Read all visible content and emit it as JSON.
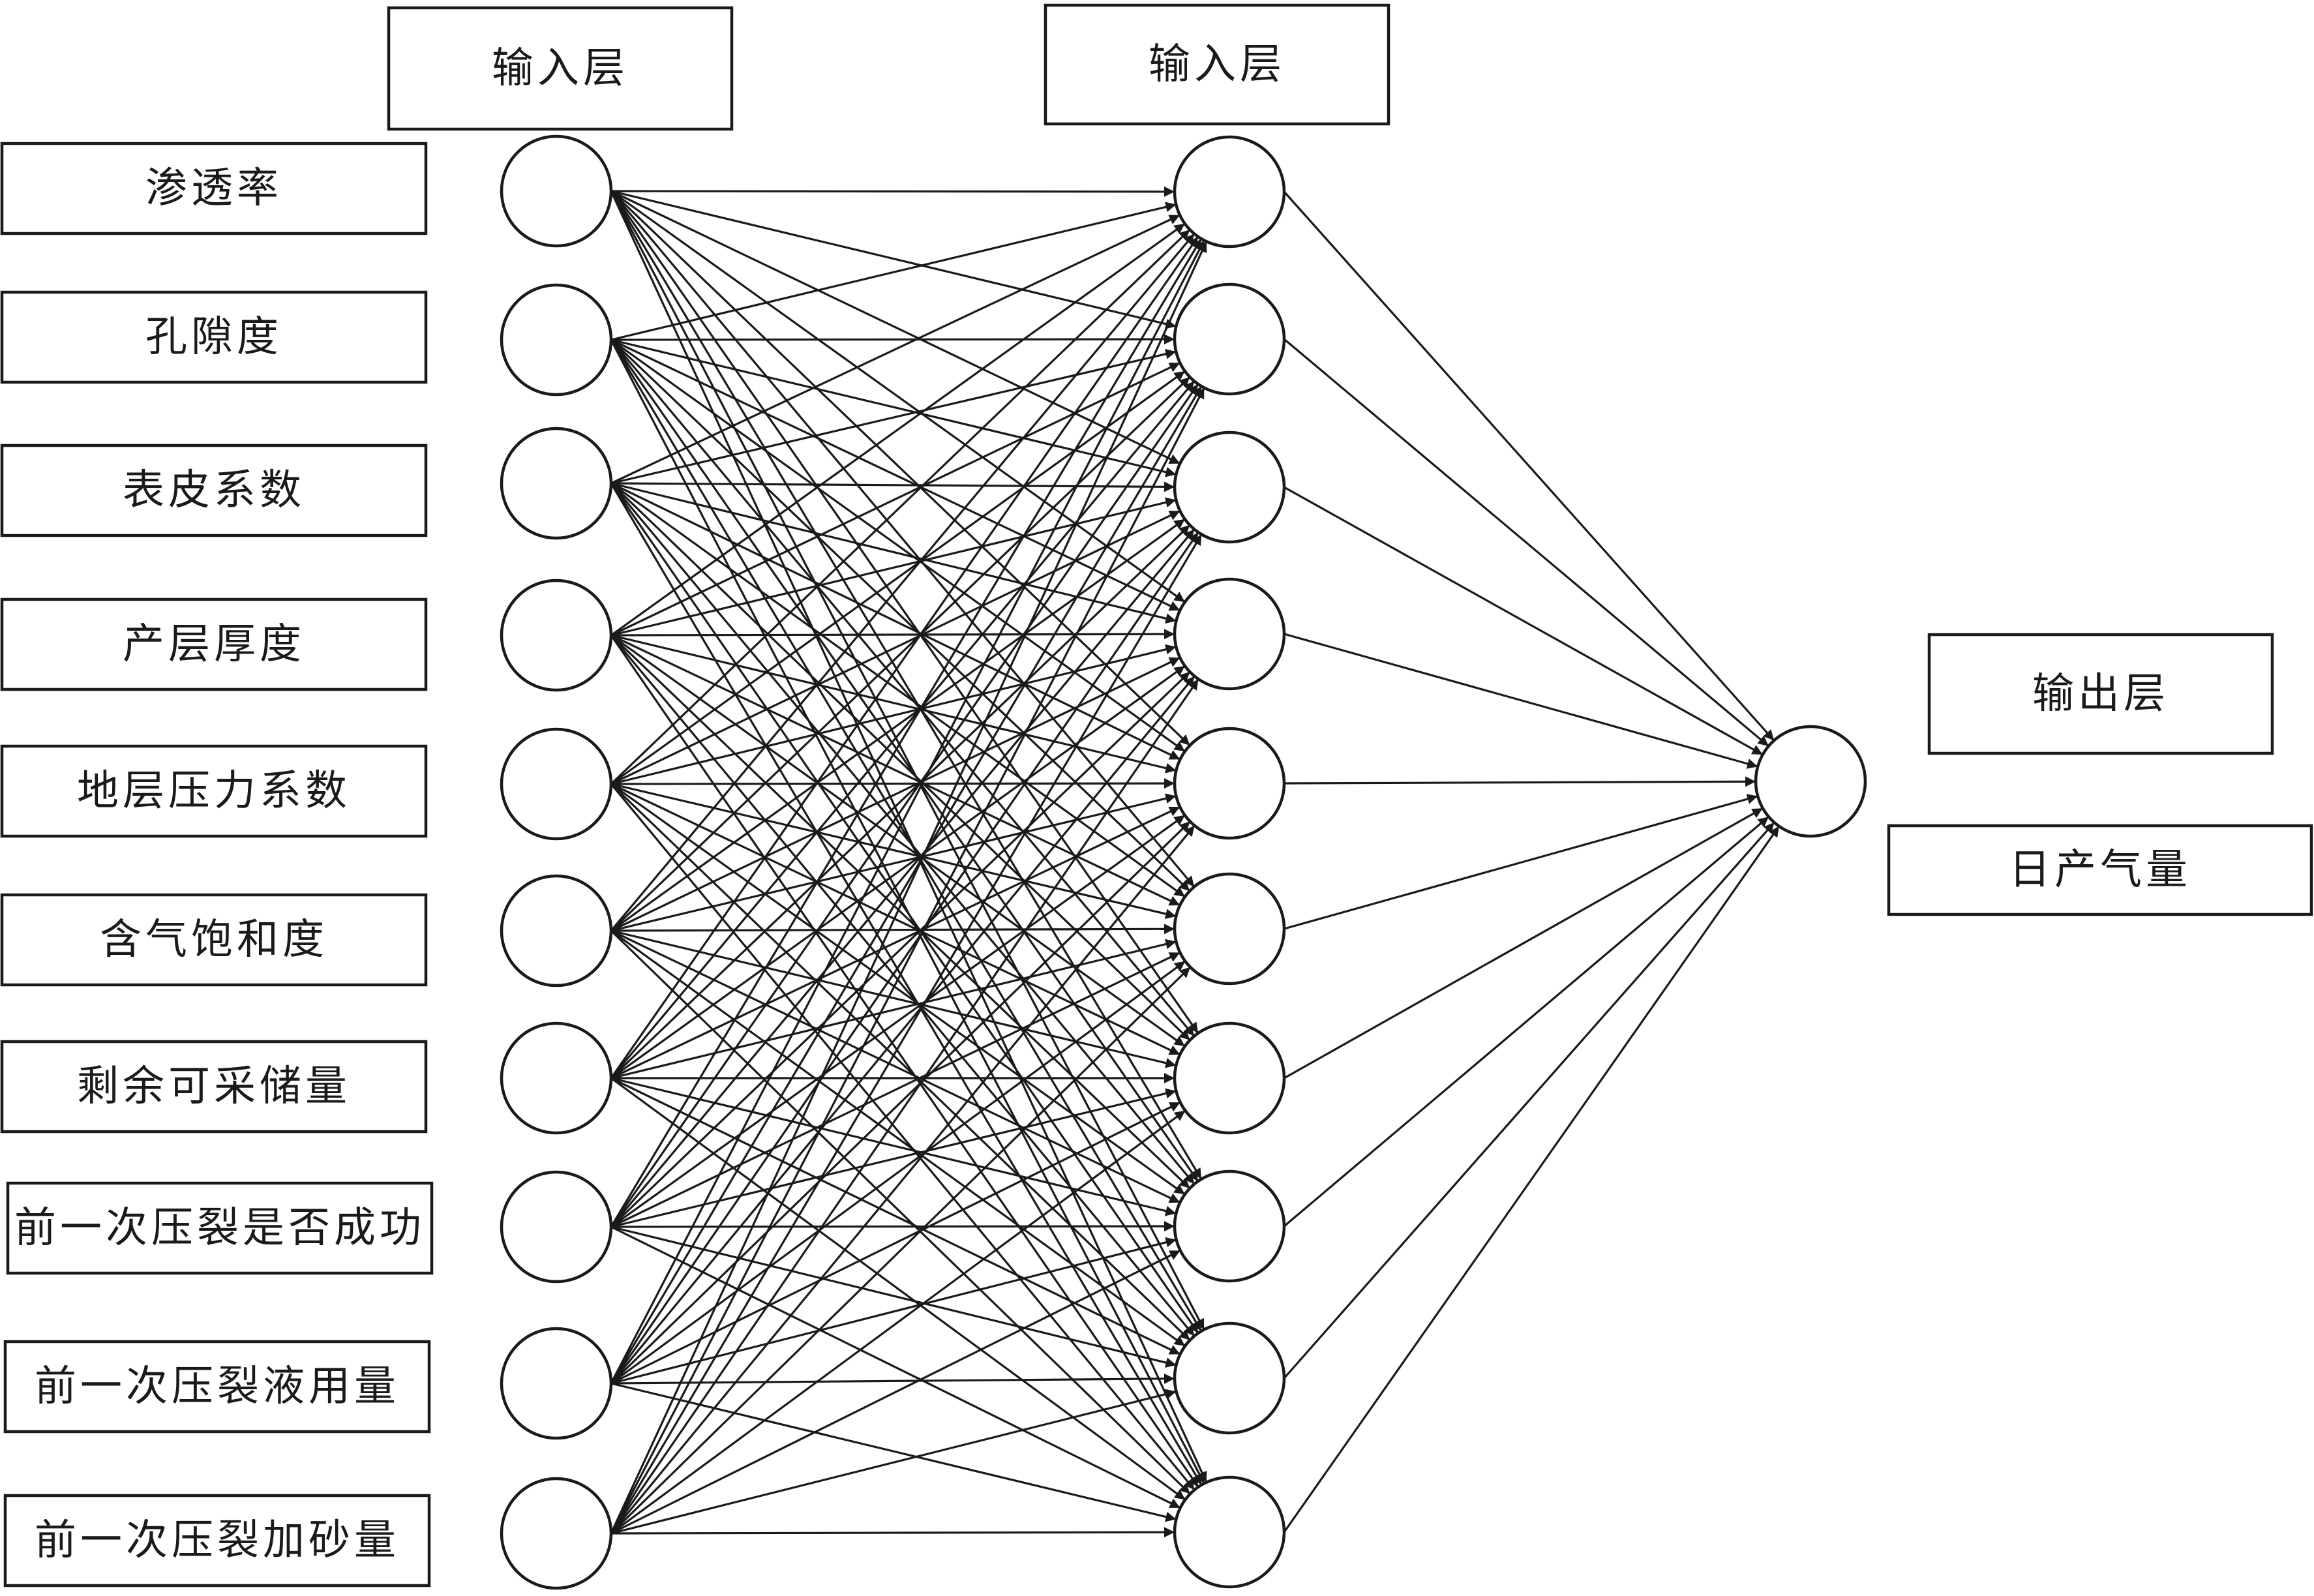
{
  "header": {
    "input_layer_label": "输入层",
    "hidden_layer_label": "输入层"
  },
  "input_features": [
    "渗透率",
    "孔隙度",
    "表皮系数",
    "产层厚度",
    "地层压力系数",
    "含气饱和度",
    "剩余可采储量",
    "前一次压裂是否成功",
    "前一次压裂液用量",
    "前一次压裂加砂量"
  ],
  "output": {
    "layer_label": "输出层",
    "target_label": "日产气量"
  },
  "network": {
    "input_nodes": 10,
    "hidden_nodes": 10,
    "output_nodes": 1,
    "connectivity": "fully-connected"
  },
  "colors": {
    "stroke": "#1a1a1a",
    "background": "#ffffff"
  }
}
